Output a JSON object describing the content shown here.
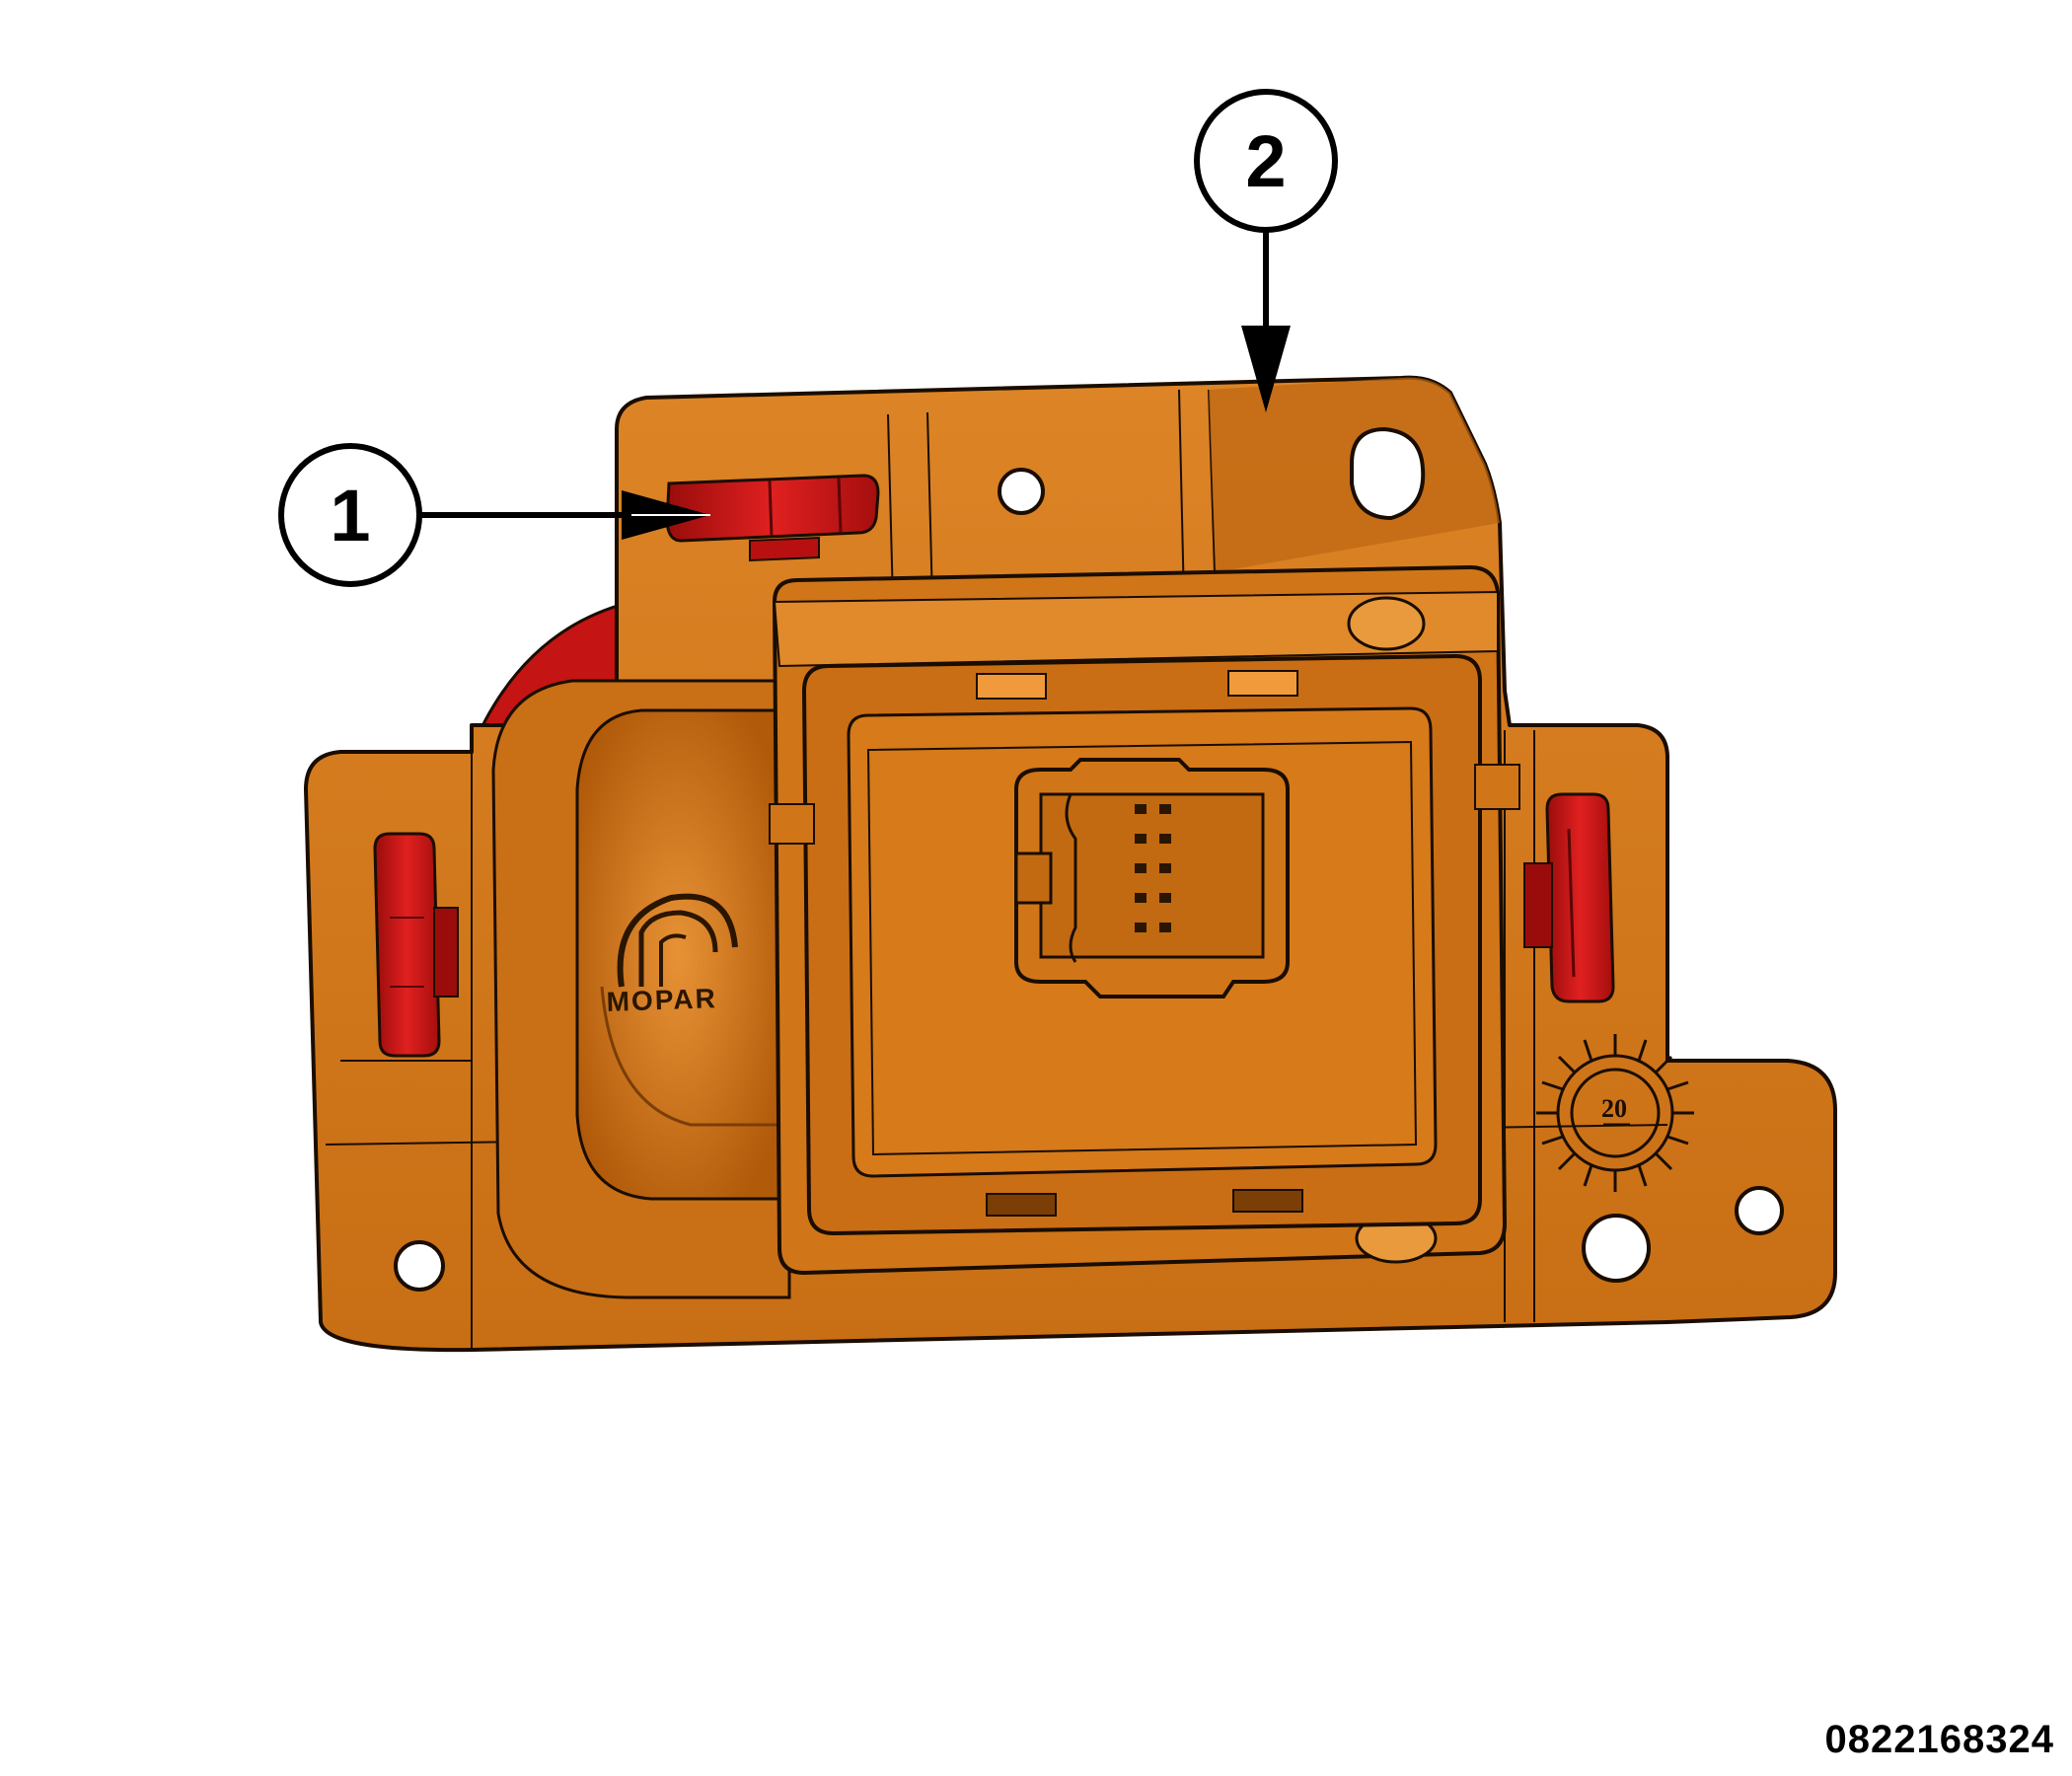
{
  "callouts": [
    {
      "label": "1"
    },
    {
      "label": "2"
    }
  ],
  "figure_id": "0822168324",
  "part_markings": {
    "logo_text": "MOPAR",
    "date_wheel_number": "20"
  },
  "colors": {
    "bracket_orange": "#d4781a",
    "bracket_shadow": "#b8600e",
    "bracket_light": "#e08a2a",
    "clip_red": "#d01818",
    "clip_dark": "#8a0a0a",
    "outline": "#1a0d00"
  }
}
